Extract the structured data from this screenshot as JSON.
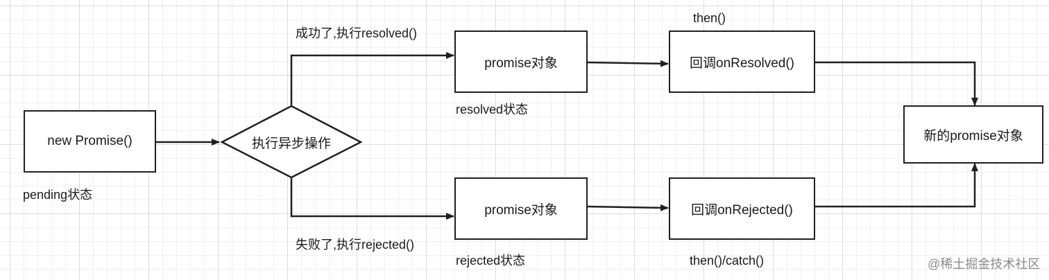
{
  "nodes": {
    "new_promise": "new Promise()",
    "async_op": "执行异步操作",
    "promise_resolved": "promise对象",
    "promise_rejected": "promise对象",
    "on_resolved": "回调onResolved()",
    "on_rejected": "回调onRejected()",
    "new_promise_obj": "新的promise对象"
  },
  "labels": {
    "pending_state": "pending状态",
    "success_branch": "成功了,执行resolved()",
    "failure_branch": "失败了,执行rejected()",
    "resolved_state": "resolved状态",
    "rejected_state": "rejected状态",
    "then_label": "then()",
    "then_catch_label": "then()/catch()"
  },
  "watermark": "@稀土掘金技术社区"
}
